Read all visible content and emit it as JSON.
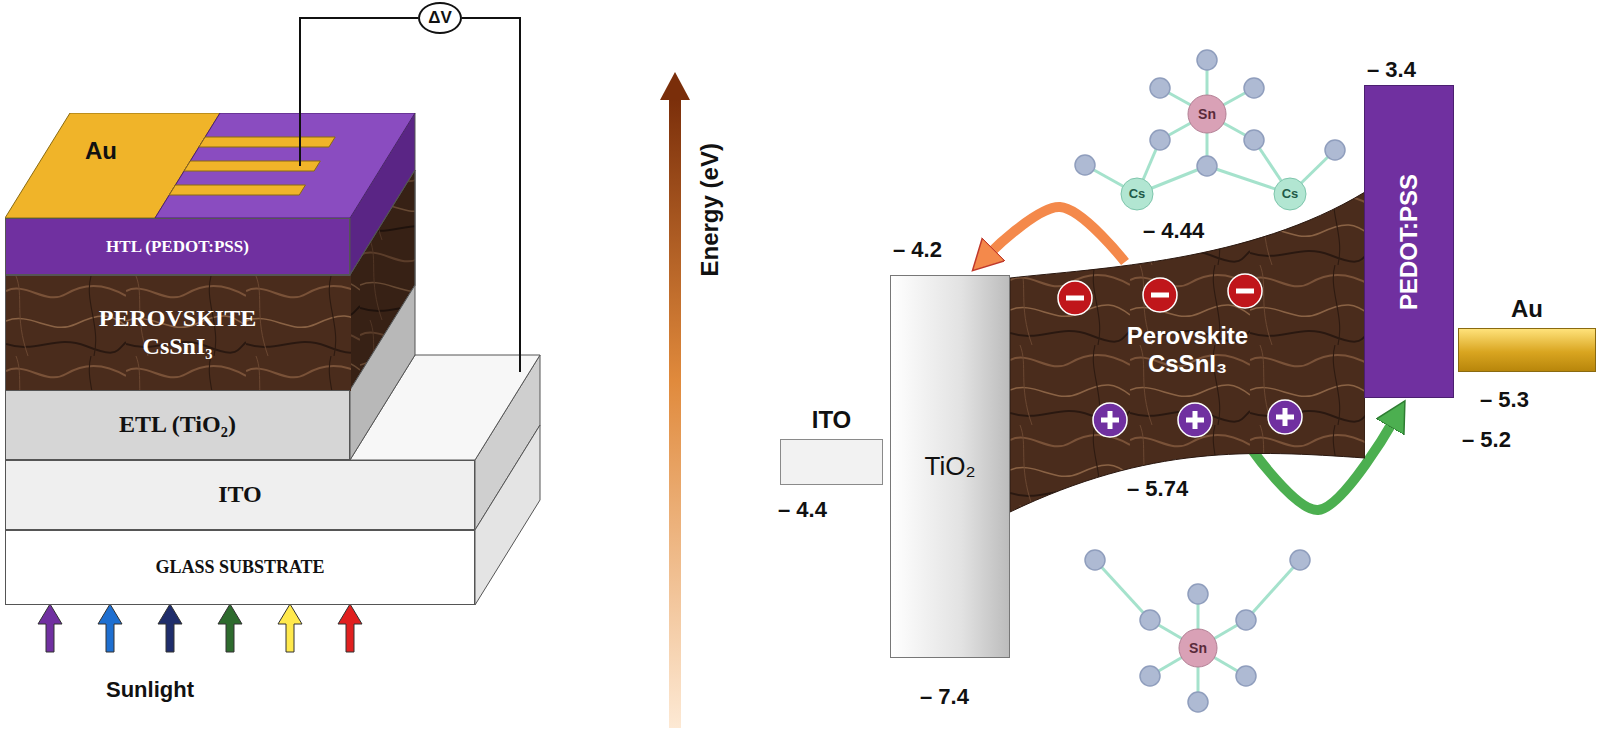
{
  "diagram": {
    "nodes": [
      {
        "text": [
          "Au"
        ]
      },
      {
        "text": [
          "HTL (PEDOT:PSS)"
        ]
      },
      {
        "text": [
          "PEROVSKITE CsSnI₃"
        ]
      },
      {
        "text": [
          "ETL (TiO₂)"
        ]
      },
      {
        "text": [
          "ITO"
        ]
      },
      {
        "text": [
          "GLASS SUBSTRATE"
        ]
      },
      {
        "text": [
          "ΔV"
        ]
      },
      {
        "text": [
          "ITO"
        ]
      },
      {
        "text": [
          "TiO₂"
        ]
      },
      {
        "text": [
          "Perovskite CsSnI₃"
        ]
      },
      {
        "text": [
          "PEDOT:PSS"
        ]
      },
      {
        "text": [
          "Au"
        ]
      }
    ],
    "edges": [
      {
        "from": 6,
        "to": 0,
        "arrow": "none"
      },
      {
        "from": 6,
        "to": 4,
        "arrow": "none"
      },
      {
        "from": 9,
        "to": 8,
        "arrow": "to"
      },
      {
        "from": 9,
        "to": 10,
        "arrow": "to"
      }
    ],
    "labels": [
      "Sunlight",
      "Energy (eV)",
      "– 4.2",
      "– 4.4",
      "– 7.4",
      "– 4.44",
      "– 5.74",
      "– 3.4",
      "– 5.2",
      "– 5.3",
      "Sn",
      "Sn",
      "Cs",
      "Cs"
    ]
  }
}
